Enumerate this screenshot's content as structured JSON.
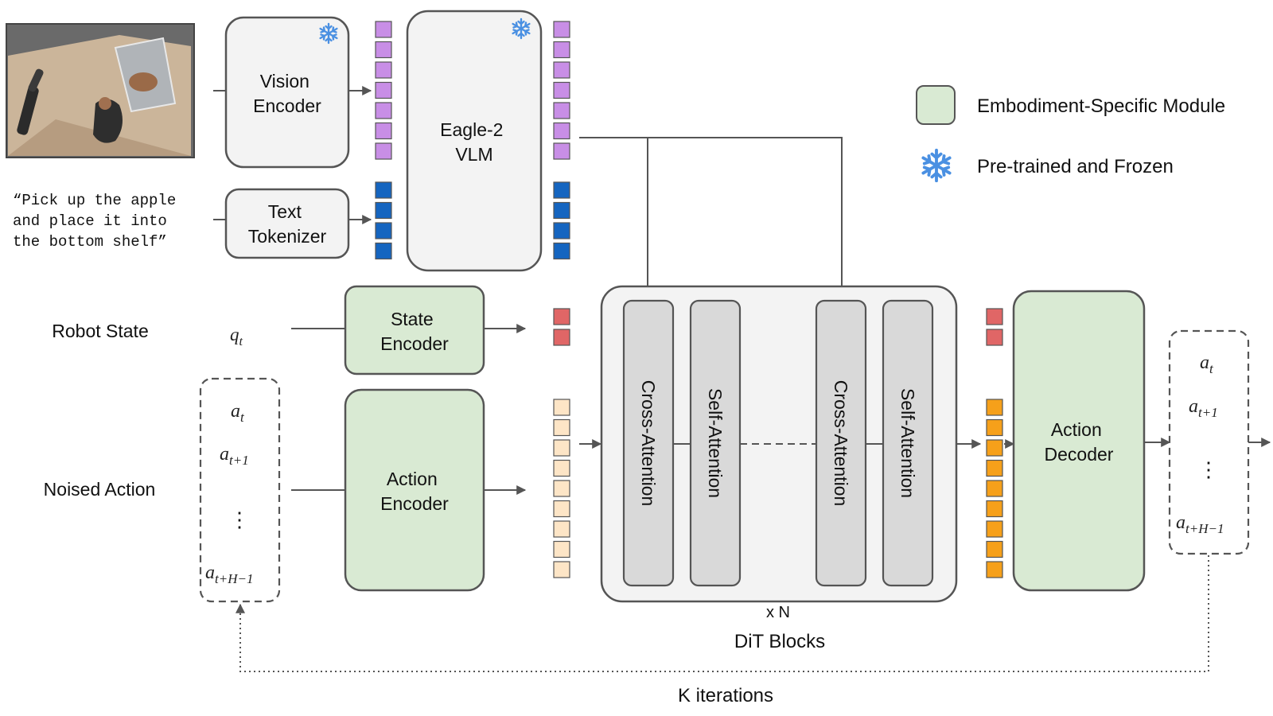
{
  "input_image": {
    "alt_icon": "robot-camera-scene"
  },
  "instruction": {
    "lines": [
      "“Pick up the apple",
      "and place it into",
      "the bottom shelf”"
    ]
  },
  "vision_encoder": {
    "line1": "Vision",
    "line2": "Encoder"
  },
  "text_tokenizer": {
    "line1": "Text",
    "line2": "Tokenizer"
  },
  "vlm": {
    "line1": "Eagle-2",
    "line2": "VLM"
  },
  "robot_state": {
    "label": "Robot State",
    "symbol": "q",
    "sub": "t"
  },
  "state_encoder": {
    "line1": "State",
    "line2": "Encoder"
  },
  "noised_action": {
    "label": "Noised Action",
    "items": [
      {
        "base": "a",
        "sub": "t"
      },
      {
        "base": "a",
        "sub": "t+1"
      },
      {
        "base": "a",
        "sub": "t+H−1"
      }
    ],
    "ellipsis": "⋮"
  },
  "action_encoder": {
    "line1": "Action",
    "line2": "Encoder"
  },
  "dit": {
    "blocks": [
      "Cross-Attention",
      "Self-Attention",
      "Cross-Attention",
      "Self-Attention"
    ],
    "repeat": "x N",
    "caption": "DiT Blocks"
  },
  "action_decoder": {
    "line1": "Action",
    "line2": "Decoder"
  },
  "output_actions": {
    "items": [
      {
        "base": "a",
        "sub": "t"
      },
      {
        "base": "a",
        "sub": "t+1"
      },
      {
        "base": "a",
        "sub": "t+H−1"
      }
    ],
    "ellipsis": "⋮"
  },
  "loop": {
    "label": "K iterations"
  },
  "legend": {
    "embodiment": "Embodiment-Specific Module",
    "frozen": "Pre-trained and Frozen"
  },
  "colors": {
    "module_green": "#d9ead3",
    "frozen_gray": "#f3f3f3",
    "attention_gray": "#d9d9d9",
    "vision_token": "#c88ee6",
    "text_token": "#1565c0",
    "state_token": "#e06666",
    "noised_token": "#fde5c6",
    "output_token": "#f6a01a",
    "snowflake": "#4a90e2"
  }
}
